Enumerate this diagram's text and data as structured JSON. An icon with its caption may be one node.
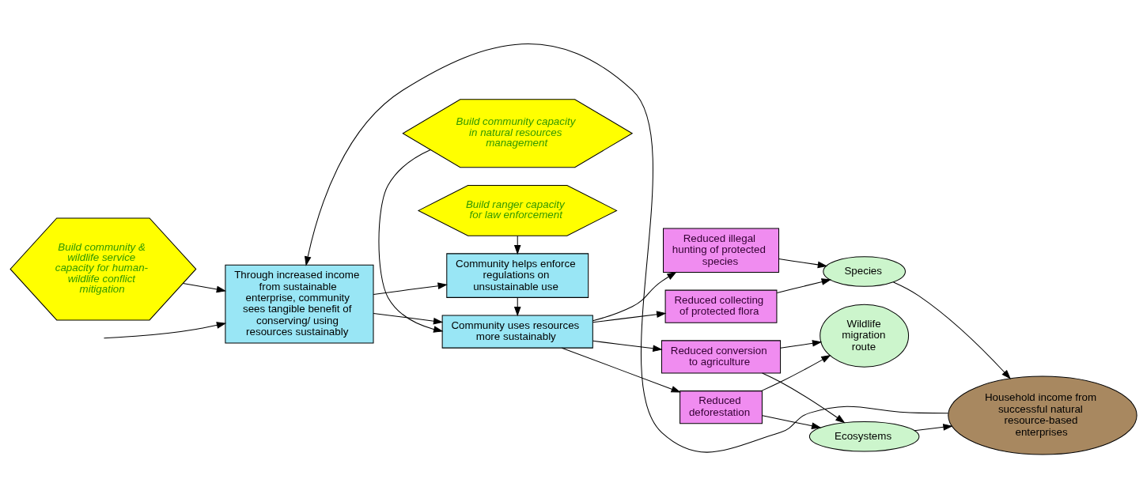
{
  "diagram": {
    "nodes": [
      {
        "text": [
          "Build community & wildlife service capacity for human-wildlife conflict mitigation"
        ]
      },
      {
        "text": [
          "Build community capacity in natural resources management"
        ]
      },
      {
        "text": [
          "Through increased income from sustainable enterprise, community sees tangible benefit of conserving/ using resources sustainably"
        ]
      },
      {
        "text": [
          "Community uses resources more sustainably"
        ]
      },
      {
        "text": [
          "Community helps enforce regulations on unsustainable use"
        ]
      },
      {
        "text": [
          "Build ranger capacity for law enforcement"
        ]
      },
      {
        "text": [
          "Reduced collecting of protected flora"
        ]
      },
      {
        "text": [
          "Reduced illegal hunting of protected species"
        ]
      },
      {
        "text": [
          "Reduced conversion to agriculture"
        ]
      },
      {
        "text": [
          "Reduced deforestation"
        ]
      },
      {
        "text": [
          "Species"
        ]
      },
      {
        "text": [
          "Ecosystems"
        ]
      },
      {
        "text": [
          "Wildlife migration route"
        ]
      },
      {
        "text": [
          "Household income from successful natural resource-based enterprises"
        ]
      }
    ],
    "edges": [
      {
        "from": null,
        "to": 2,
        "arrow": "to"
      },
      {
        "from": 0,
        "to": 2,
        "arrow": "to"
      },
      {
        "from": 1,
        "to": 3,
        "arrow": "to"
      },
      {
        "from": 2,
        "to": 3,
        "arrow": "to"
      },
      {
        "from": 2,
        "to": 4,
        "arrow": "to"
      },
      {
        "from": 4,
        "to": 3,
        "arrow": "to"
      },
      {
        "from": 5,
        "to": 4,
        "arrow": "to"
      },
      {
        "from": 3,
        "to": 6,
        "arrow": "to"
      },
      {
        "from": 3,
        "to": 7,
        "arrow": "to"
      },
      {
        "from": 3,
        "to": 8,
        "arrow": "to"
      },
      {
        "from": 3,
        "to": 9,
        "arrow": "to"
      },
      {
        "from": 6,
        "to": 10,
        "arrow": "to"
      },
      {
        "from": 7,
        "to": 10,
        "arrow": "to"
      },
      {
        "from": 8,
        "to": 11,
        "arrow": "to"
      },
      {
        "from": 8,
        "to": 12,
        "arrow": "to"
      },
      {
        "from": 9,
        "to": 11,
        "arrow": "to"
      },
      {
        "from": 9,
        "to": 12,
        "arrow": "to"
      },
      {
        "from": 10,
        "to": 13,
        "arrow": "to"
      },
      {
        "from": 11,
        "to": 13,
        "arrow": "to"
      },
      {
        "from": 13,
        "to": 2,
        "arrow": "to"
      }
    ]
  }
}
